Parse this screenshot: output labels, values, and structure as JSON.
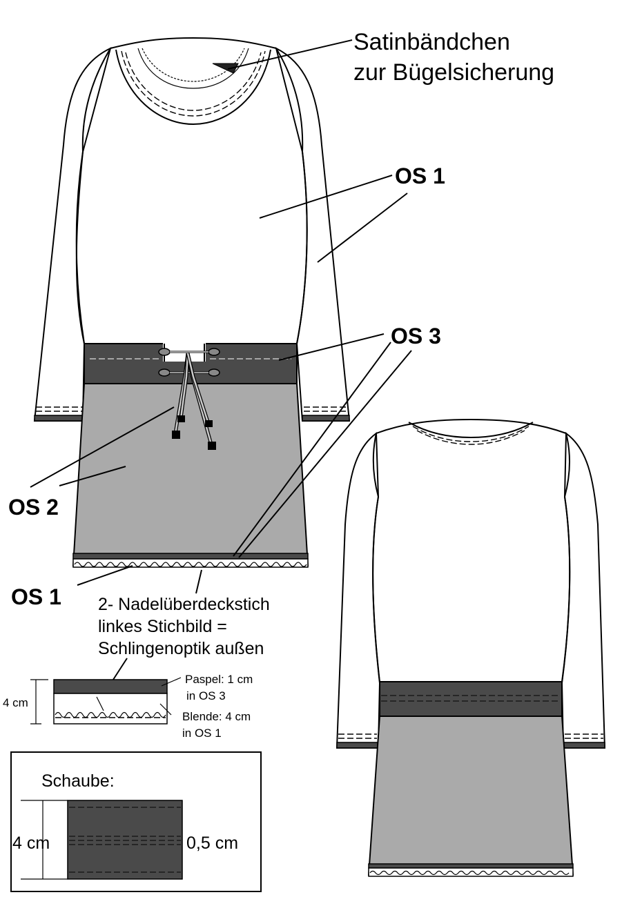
{
  "labels": {
    "satin_line1": "Satinbändchen",
    "satin_line2": "zur Bügelsicherung",
    "os1_top": "OS 1",
    "os3": "OS 3",
    "os2": "OS 2",
    "os1_bottom": "OS 1",
    "stitch_line1": "2- Nadelüberdeckstich",
    "stitch_line2": "linkes Stichbild =",
    "stitch_line3": "Schlingenoptik außen",
    "detail_height": "4 cm",
    "paspel_line1": "Paspel: 1 cm",
    "paspel_line2": "in OS 3",
    "blende_line1": "Blende: 4 cm",
    "blende_line2": "in OS 1",
    "schaube_title": "Schaube:",
    "schaube_height": "4 cm",
    "schaube_width": "0,5 cm"
  },
  "colors": {
    "os1": "#ffffff",
    "os2": "#aaaaaa",
    "os3": "#4a4a4a",
    "outline": "#000000"
  }
}
